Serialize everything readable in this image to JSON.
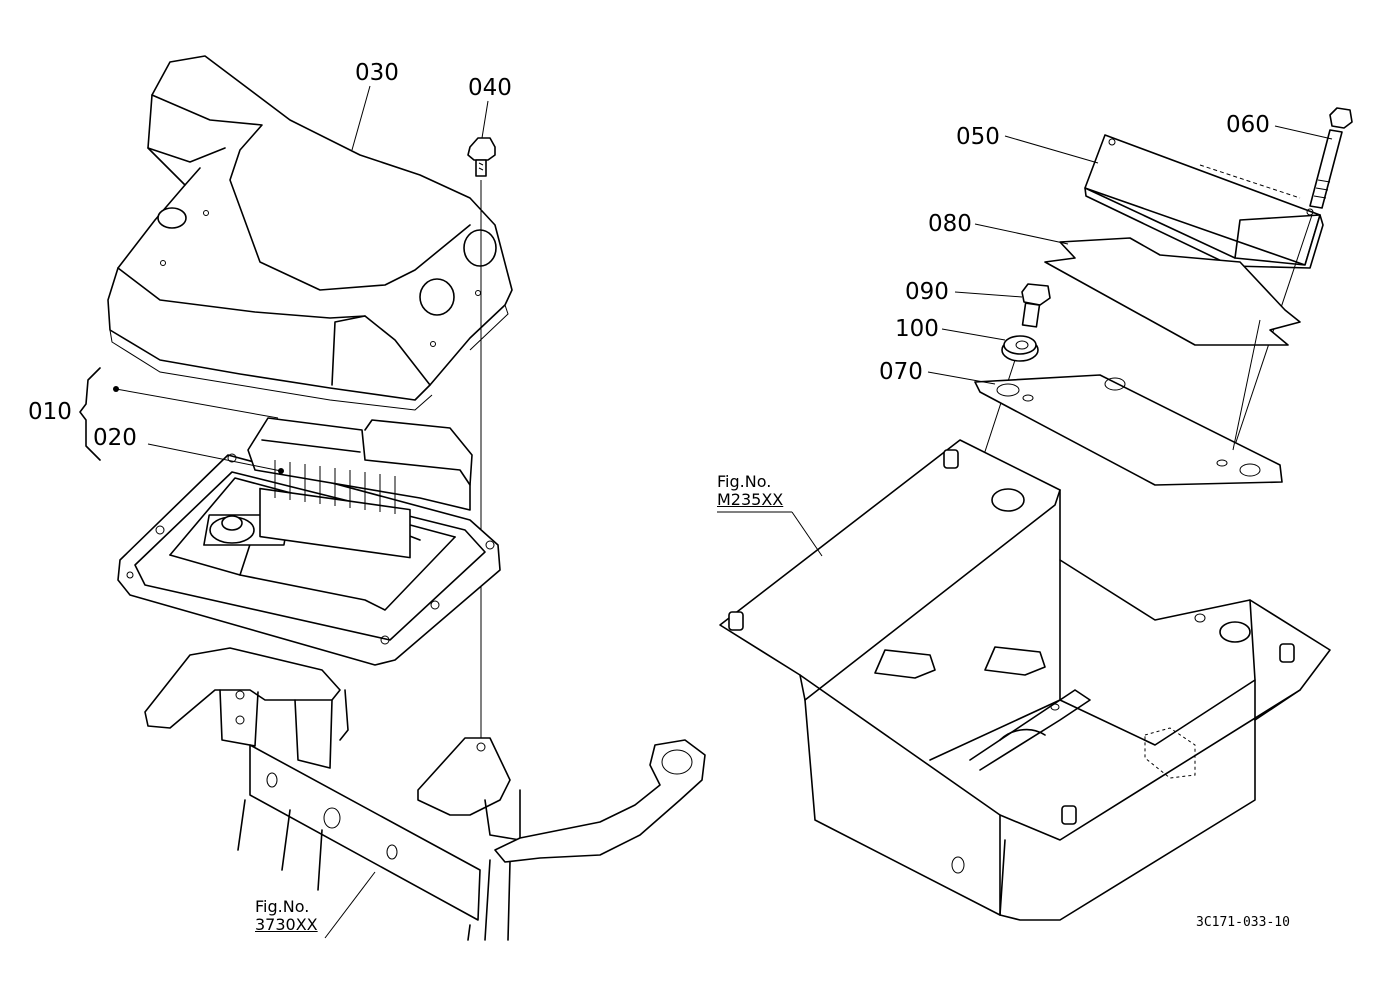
{
  "labels": {
    "p010": "010",
    "p020": "020",
    "p030": "030",
    "p040": "040",
    "p050": "050",
    "p060": "060",
    "p070": "070",
    "p080": "080",
    "p090": "090",
    "p100": "100"
  },
  "figure_refs": {
    "left": {
      "prefix": "Fig.No.",
      "number": "3730XX"
    },
    "right": {
      "prefix": "Fig.No.",
      "number": "M235XX"
    }
  },
  "drawing_number": "3C171-033-10"
}
